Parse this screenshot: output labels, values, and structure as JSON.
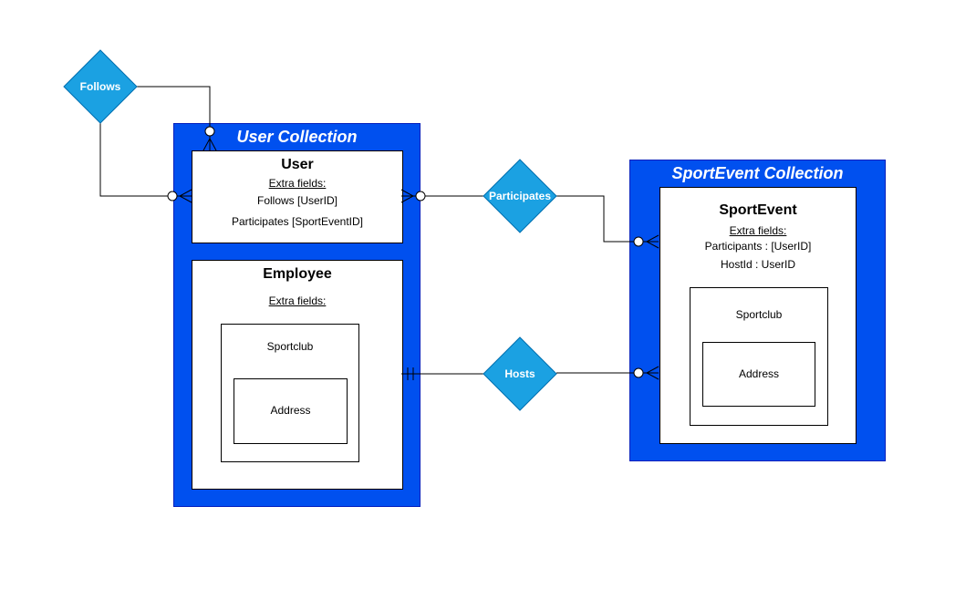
{
  "colors": {
    "collection_fill": "#0050ef",
    "collection_border": "#001dbc",
    "relationship_fill": "#1ba1e2",
    "relationship_border": "#006eaf"
  },
  "relationships": {
    "follows": "Follows",
    "participates": "Participates",
    "hosts": "Hosts"
  },
  "user_collection": {
    "title": "User Collection",
    "user": {
      "title": "User",
      "extra_label": "Extra fields:",
      "fields": [
        "Follows [UserID]",
        "Participates [SportEventID]"
      ]
    },
    "employee": {
      "title": "Employee",
      "extra_label": "Extra fields:",
      "sportclub": "Sportclub",
      "address": "Address"
    }
  },
  "sportevent_collection": {
    "title": "SportEvent Collection",
    "sportevent": {
      "title": "SportEvent",
      "extra_label": "Extra fields:",
      "fields": [
        "Participants : [UserID]",
        "HostId : UserID"
      ],
      "sportclub": "Sportclub",
      "address": "Address"
    }
  }
}
